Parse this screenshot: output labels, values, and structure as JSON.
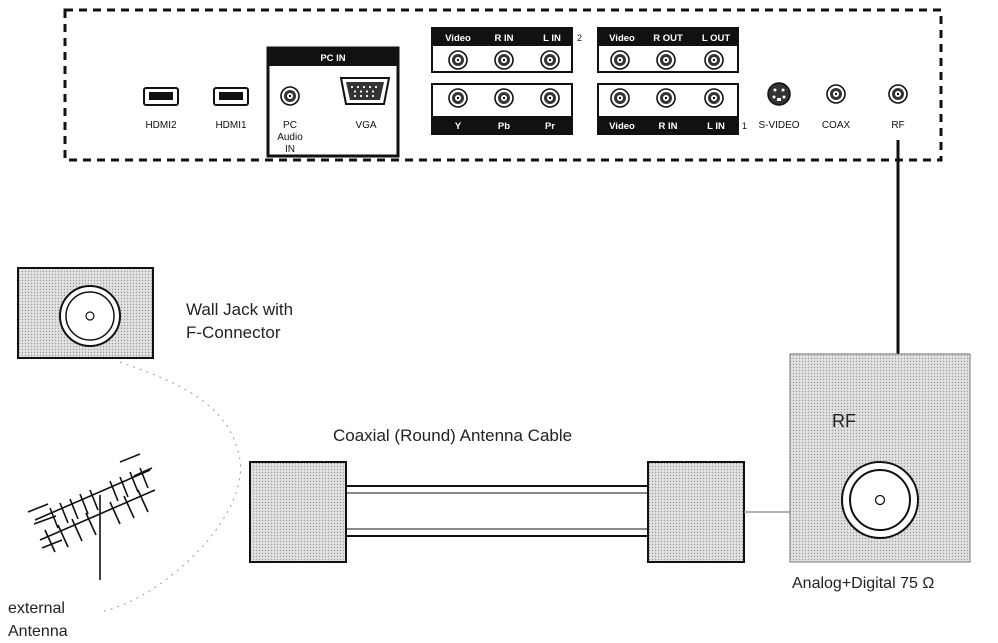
{
  "panel": {
    "hdmi2": "HDMI2",
    "hdmi1": "HDMI1",
    "pc_in_header": "PC IN",
    "pc_audio_1": "PC",
    "pc_audio_2": "Audio",
    "pc_audio_3": "IN",
    "vga": "VGA",
    "group2": {
      "labels": [
        "Video",
        "R IN",
        "L IN"
      ],
      "number": "2"
    },
    "component": {
      "labels": [
        "Y",
        "Pb",
        "Pr"
      ]
    },
    "out": {
      "labels": [
        "Video",
        "R OUT",
        "L OUT"
      ]
    },
    "group1": {
      "labels": [
        "Video",
        "R IN",
        "L IN"
      ],
      "number": "1"
    },
    "svideo": "S-VIDEO",
    "coax": "COAX",
    "rf": "RF"
  },
  "wall_jack": {
    "line1": "Wall Jack with",
    "line2": "F-Connector"
  },
  "antenna": {
    "line1": "external",
    "line2": "Antenna"
  },
  "cable": {
    "label": "Coaxial (Round) Antenna Cable"
  },
  "rf_box": {
    "title": "RF",
    "caption": "Analog+Digital 75 Ω"
  }
}
